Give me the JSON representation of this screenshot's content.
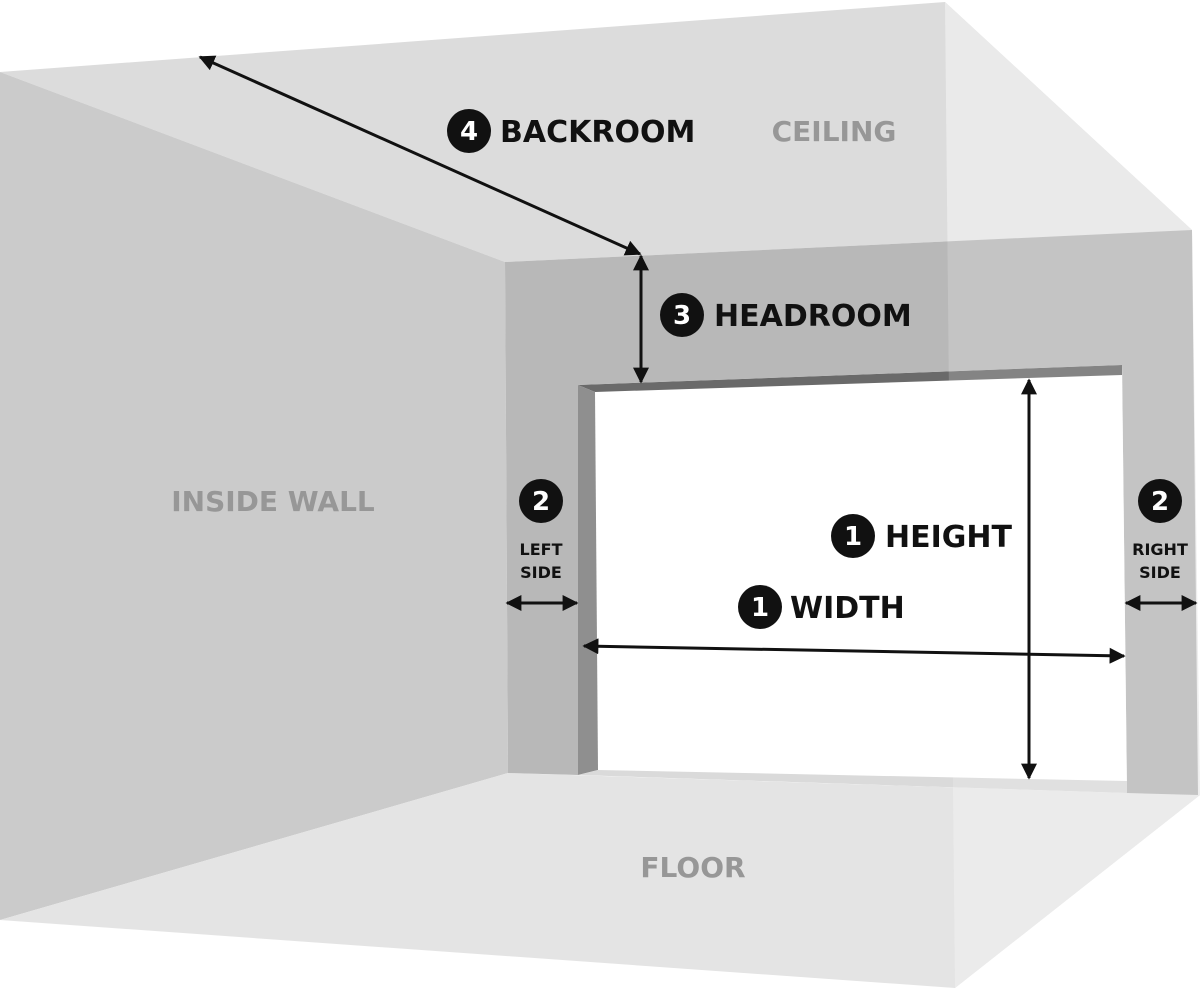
{
  "regions": {
    "ceiling": "CEILING",
    "inside_wall": "INSIDE WALL",
    "floor": "FLOOR"
  },
  "measurements": {
    "backroom": {
      "number": "4",
      "label": "BACKROOM"
    },
    "headroom": {
      "number": "3",
      "label": "HEADROOM"
    },
    "height": {
      "number": "1",
      "label": "HEIGHT"
    },
    "width": {
      "number": "1",
      "label": "WIDTH"
    },
    "left_side": {
      "number": "2",
      "line1": "LEFT",
      "line2": "SIDE"
    },
    "right_side": {
      "number": "2",
      "line1": "RIGHT",
      "line2": "SIDE"
    }
  },
  "colors": {
    "ceiling": "#dcdcdc",
    "side_wall": "#cdcdcd",
    "floor": "#e5e5e5",
    "right_wall": "#e6e6e6",
    "back_wall": "#bababa",
    "opening": "#ffffff",
    "arrow": "#111111"
  }
}
